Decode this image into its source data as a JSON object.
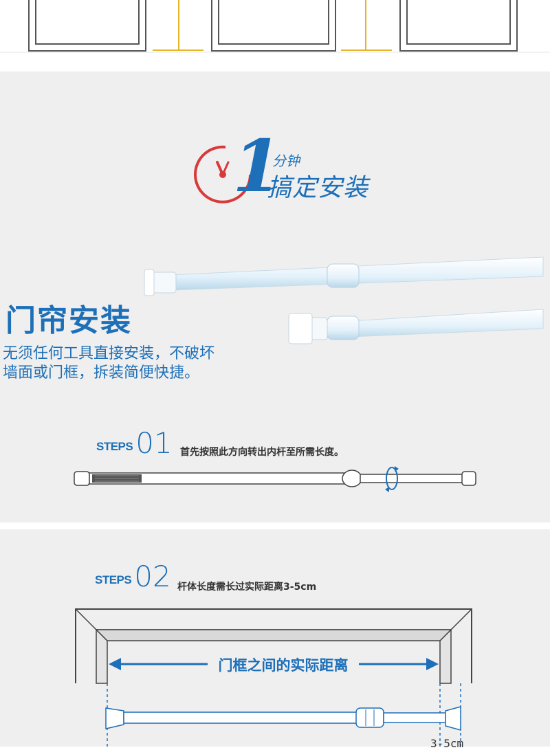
{
  "banner": {
    "minute_small": "分钟",
    "minute_big": "搞定安装",
    "number": "1"
  },
  "install": {
    "heading": "门帘安装",
    "desc_line1": "无须任何工具直接安装，不破坏",
    "desc_line2": "墙面或门框，拆装简便快捷。"
  },
  "steps": [
    {
      "word": "STEPS",
      "number": "01",
      "text": "首先按照此方向转出内杆至所需长度。"
    },
    {
      "word": "STEPS",
      "number": "02",
      "text": "杆体长度需长过实际距离3-5cm"
    }
  ],
  "diagram": {
    "distance_label": "门框之间的实际距离",
    "gap_label": "3-5cm"
  },
  "colors": {
    "brand_blue": "#1d6fb8",
    "clock_red": "#d83a3a",
    "panel_gray": "#efefef",
    "rod_fill": "#e8f4fb"
  }
}
